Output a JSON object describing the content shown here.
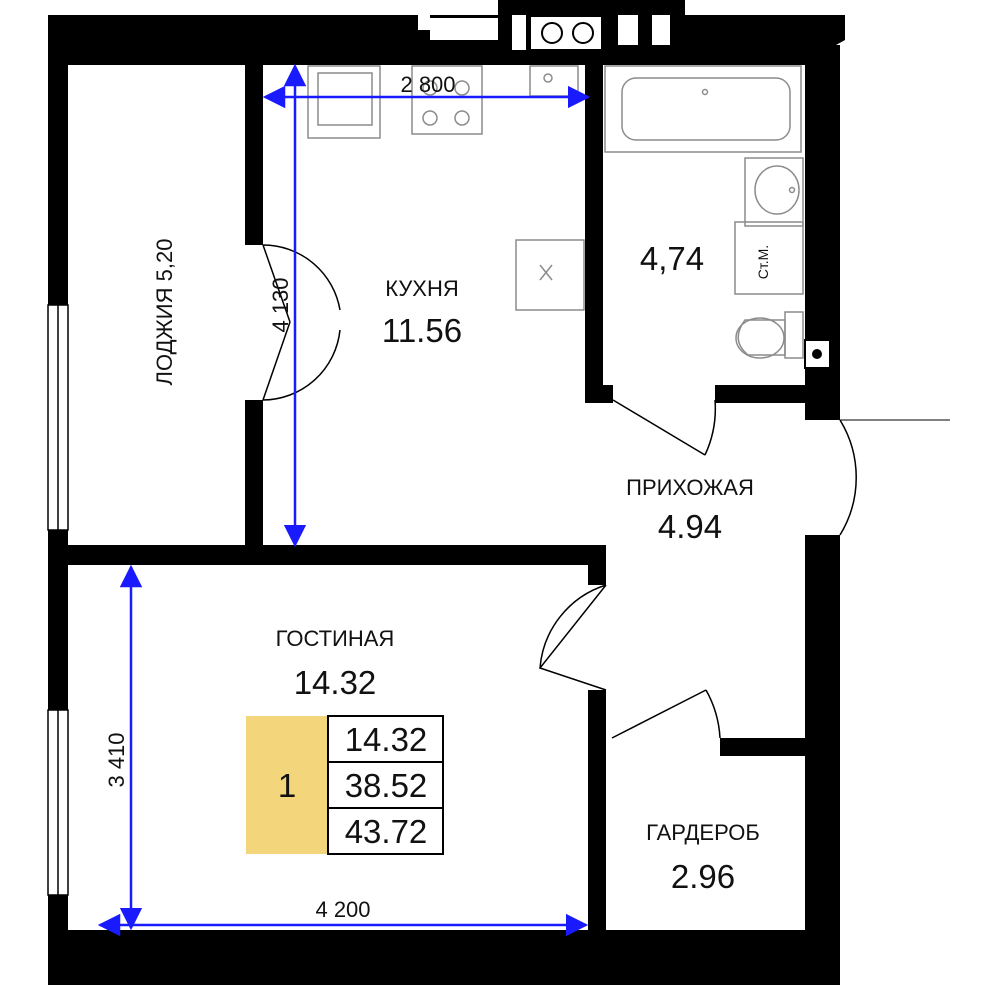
{
  "rooms": {
    "kitchen": {
      "name": "КУХНЯ",
      "area": "11.56"
    },
    "bathroom": {
      "area": "4,74",
      "washer_label": "Ст.М."
    },
    "loggia": {
      "label": "ЛОДЖИЯ 5,20"
    },
    "hallway": {
      "name": "ПРИХОЖАЯ",
      "area": "4.94"
    },
    "living": {
      "name": "ГОСТИНАЯ",
      "area": "14.32"
    },
    "wardrobe": {
      "name": "ГАРДЕРОБ",
      "area": "2.96"
    }
  },
  "dimensions": {
    "kitchen_width": "2 800",
    "kitchen_length": "4 130",
    "living_height": "3 410",
    "living_width": "4 200"
  },
  "summary": {
    "rooms_count": "1",
    "living_area": "14.32",
    "total_area": "38.52",
    "total_with_loggia": "43.72"
  },
  "colors": {
    "wall": "#000000",
    "dimension_line": "#1a1aff",
    "badge_fill": "#f3d57c",
    "fixture_stroke": "#8c8c8c"
  }
}
